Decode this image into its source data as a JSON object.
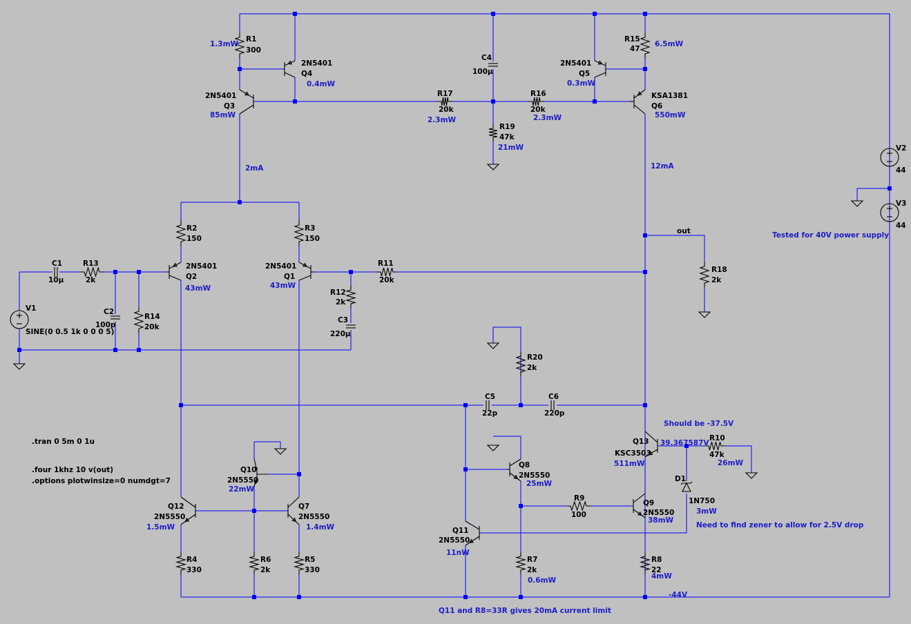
{
  "colors": {
    "background": "#c0c0c0",
    "wire": "#0000ff",
    "component": "#000000",
    "annotation": "#1c1cc8"
  },
  "components": {
    "R1": {
      "name": "R1",
      "value": "300",
      "power": "1.3mW"
    },
    "R2": {
      "name": "R2",
      "value": "150"
    },
    "R3": {
      "name": "R3",
      "value": "150"
    },
    "R4": {
      "name": "R4",
      "value": "330"
    },
    "R5": {
      "name": "R5",
      "value": "330"
    },
    "R6": {
      "name": "R6",
      "value": "2k"
    },
    "R7": {
      "name": "R7",
      "value": "2k",
      "power": "0.6mW"
    },
    "R8": {
      "name": "R8",
      "value": "22",
      "power": "4mW"
    },
    "R9": {
      "name": "R9",
      "value": "100"
    },
    "R10": {
      "name": "R10",
      "value": "47k",
      "power": "26mW"
    },
    "R11": {
      "name": "R11",
      "value": "20k"
    },
    "R12": {
      "name": "R12",
      "value": "2k"
    },
    "R13": {
      "name": "R13",
      "value": "2k"
    },
    "R14": {
      "name": "R14",
      "value": "20k"
    },
    "R15": {
      "name": "R15",
      "value": "47",
      "power": "6.5mW"
    },
    "R16": {
      "name": "R16",
      "value": "20k",
      "power": "2.3mW"
    },
    "R17": {
      "name": "R17",
      "value": "20k",
      "power": "2.3mW"
    },
    "R18": {
      "name": "R18",
      "value": "2k"
    },
    "R19": {
      "name": "R19",
      "value": "47k",
      "power": "21mW"
    },
    "R20": {
      "name": "R20",
      "value": "2k"
    },
    "C1": {
      "name": "C1",
      "value": "10µ"
    },
    "C2": {
      "name": "C2",
      "value": "100p"
    },
    "C3": {
      "name": "C3",
      "value": "220µ"
    },
    "C4": {
      "name": "C4",
      "value": "100µ"
    },
    "C5": {
      "name": "C5",
      "value": "22p"
    },
    "C6": {
      "name": "C6",
      "value": "220p"
    },
    "Q1": {
      "name": "Q1",
      "model": "2N5401",
      "power": "43mW"
    },
    "Q2": {
      "name": "Q2",
      "model": "2N5401",
      "power": "43mW"
    },
    "Q3": {
      "name": "Q3",
      "model": "2N5401",
      "power": "85mW"
    },
    "Q4": {
      "name": "Q4",
      "model": "2N5401",
      "power": "0.4mW"
    },
    "Q5": {
      "name": "Q5",
      "model": "2N5401",
      "power": "0.3mW"
    },
    "Q6": {
      "name": "Q6",
      "model": "KSA1381",
      "power": "550mW"
    },
    "Q7": {
      "name": "Q7",
      "model": "2N5550",
      "power": "1.4mW"
    },
    "Q8": {
      "name": "Q8",
      "model": "2N5550",
      "power": "25mW"
    },
    "Q9": {
      "name": "Q9",
      "model": "2N5550",
      "power": "38mW"
    },
    "Q10": {
      "name": "Q10",
      "model": "2N5550",
      "power": "22mW"
    },
    "Q11": {
      "name": "Q11",
      "model": "2N5550",
      "power": "11nW"
    },
    "Q12": {
      "name": "Q12",
      "model": "2N5550",
      "power": "1.5mW"
    },
    "Q13": {
      "name": "Q13",
      "model": "KSC3503",
      "power": "511mW"
    },
    "D1": {
      "name": "D1",
      "model": "1N750",
      "power": "3mW"
    },
    "V1": {
      "name": "V1",
      "value": "SINE(0 0.5 1k 0 0 0 5)"
    },
    "V2": {
      "name": "V2",
      "value": "44"
    },
    "V3": {
      "name": "V3",
      "value": "44"
    }
  },
  "annotations": {
    "i_2mA": "2mA",
    "i_12mA": "12mA",
    "out_label": "out",
    "neg_rail": "-44V",
    "q13_voltage": "39.367587V",
    "should_be": "Should be -37.5V",
    "zener_note": "Need to find zener to allow for 2.5V drop",
    "supply_note": "Tested for 40V power supply",
    "limit_note": "Q11 and R8=33R gives 20mA current limit"
  },
  "directives": {
    "tran": ".tran 0 5m 0 1u",
    "four": ".four 1khz 10 v(out)",
    "options": ".options plotwinsize=0 numdgt=7"
  }
}
